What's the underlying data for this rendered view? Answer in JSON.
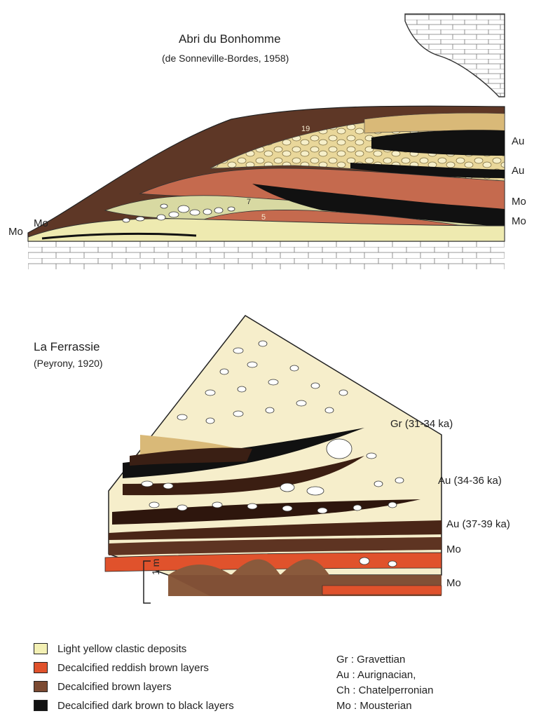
{
  "top_section": {
    "title": "Abri du Bonhomme",
    "subtitle": "(de Sonneville-Bordes, 1958)",
    "layer_numbers": [
      "19",
      "7",
      "5"
    ],
    "side_labels": [
      "Au",
      "Au",
      "Mo",
      "Mo"
    ],
    "left_labels": [
      "Mo",
      "Mo"
    ]
  },
  "bottom_section": {
    "title": "La Ferrassie",
    "subtitle": "(Peyrony, 1920)",
    "side_labels": [
      "Gr  (31-34 ka)",
      "Au  (34-36 ka)",
      "Au  (37-39 ka)",
      "Mo",
      "Mo"
    ],
    "scale_label": "1 m"
  },
  "legend": [
    {
      "label": "Light yellow clastic deposits",
      "color": "#f3f0b4"
    },
    {
      "label": "Decalcified reddish brown layers",
      "color": "#e0522c"
    },
    {
      "label": "Decalcified brown layers",
      "color": "#7b4a32"
    },
    {
      "label": "Decalcified dark brown to black layers",
      "color": "#111111"
    }
  ],
  "abbreviations": [
    "Gr : Gravettian",
    "Au : Aurignacian,",
    "Ch : Chatelperronian",
    "Mo : Mousterian"
  ],
  "colors": {
    "light_yellow": "#f3f0b4",
    "reddish_brown": "#d46a4e",
    "brown": "#6e3f28",
    "black": "#111111",
    "tan": "#d9b978",
    "cream": "#f5e9c4"
  }
}
